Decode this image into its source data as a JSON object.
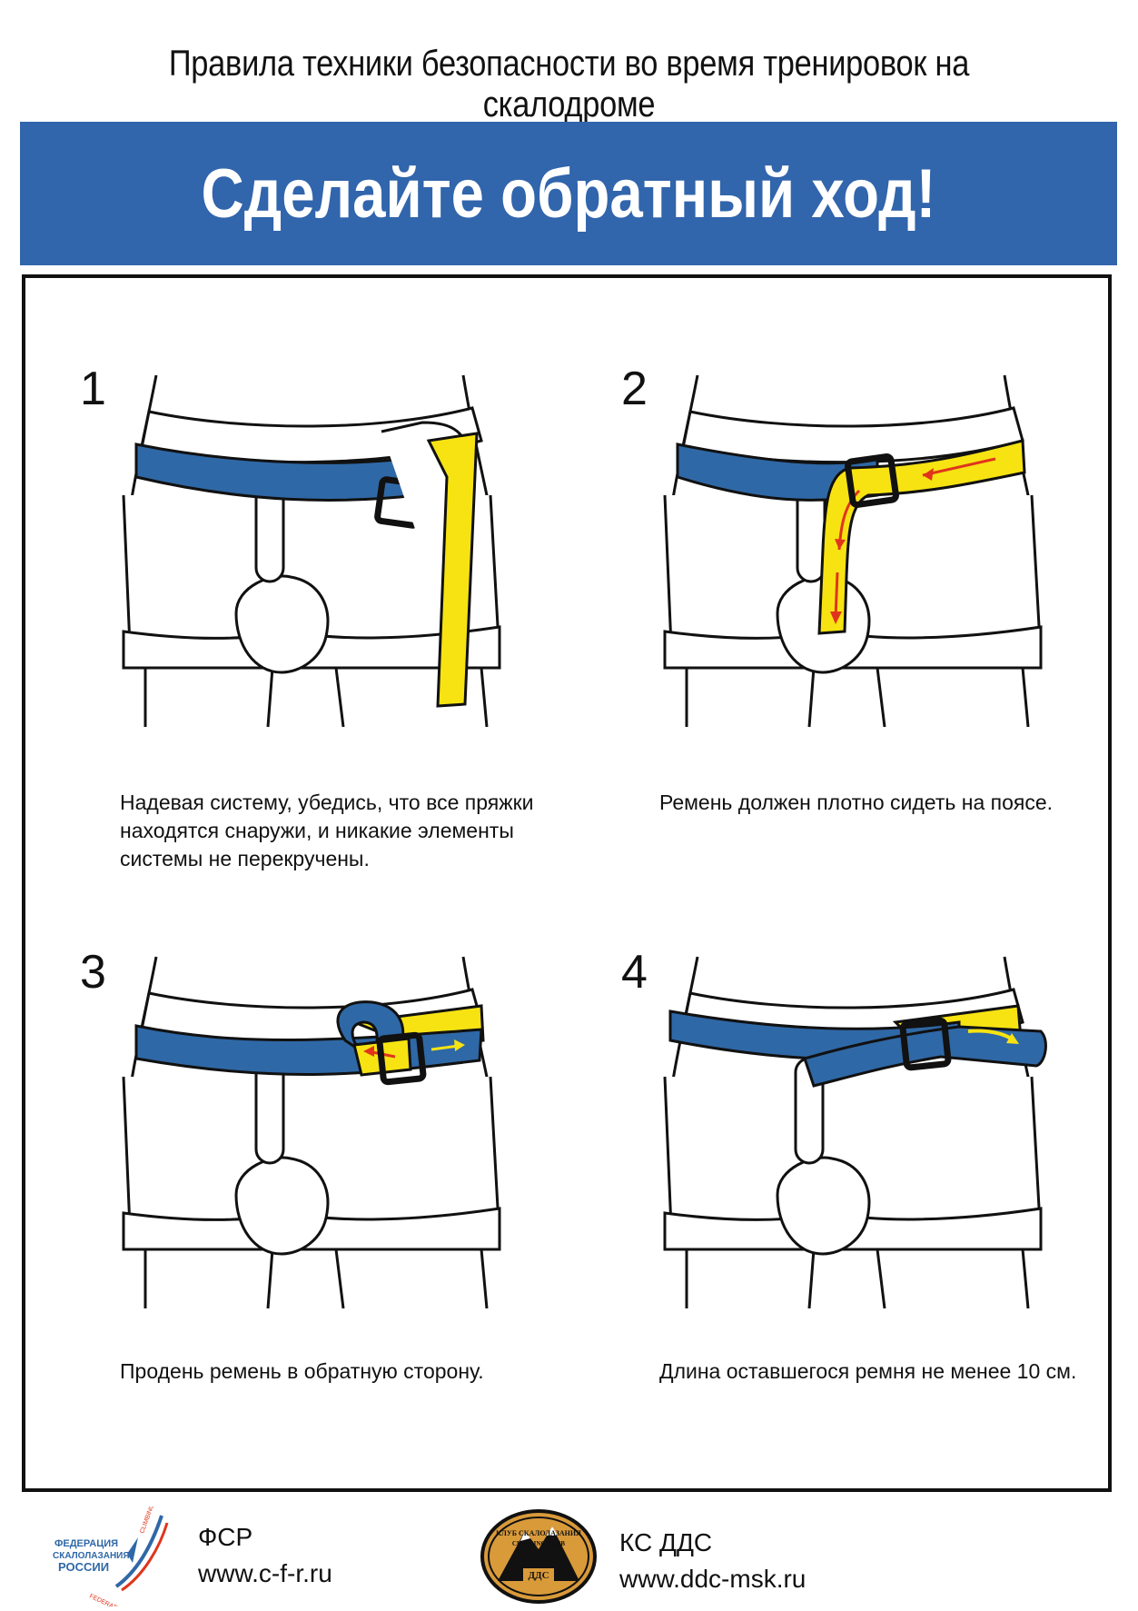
{
  "header": {
    "title": "Правила техники безопасности во время тренировок на скалодроме"
  },
  "banner": {
    "title": "Сделайте обратный ход!",
    "color": "#3165ac"
  },
  "steps": [
    {
      "number": "1",
      "text": "Надевая систему, убедись, что все пряжки находятся снаружи, и никакие элементы системы не перекручены."
    },
    {
      "number": "2",
      "text": "Ремень должен плотно сидеть на поясе."
    },
    {
      "number": "3",
      "text": "Продень ремень в обратную сторону."
    },
    {
      "number": "4",
      "text": "Длина оставшегося ремня не менее 10 см."
    }
  ],
  "colors": {
    "belt_blue": "#2f68a6",
    "belt_yellow": "#f7e312",
    "arrow_red": "#e0351c"
  },
  "footer": {
    "left": {
      "logo_lines": [
        "ФЕДЕРАЦИЯ",
        "СКАЛОЛАЗАНИЯ",
        "РОССИИ"
      ],
      "logo_arc_top": "CLIMBING",
      "logo_arc_bottom": "FEDERATION OF RUSSIA",
      "name": "ФСР",
      "url": "www.c-f-r.ru"
    },
    "right": {
      "logo_top": "КЛУБ СКАЛОЛАЗАНИЯ",
      "logo_mid": "CLIMBING CLUB",
      "logo_bottom": "ДДС",
      "name": "КС ДДС",
      "url": "www.ddc-msk.ru"
    }
  }
}
